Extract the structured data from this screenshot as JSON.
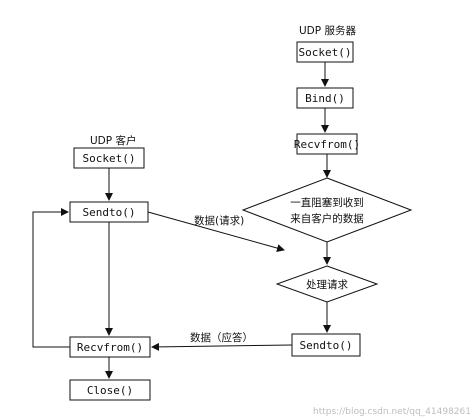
{
  "server": {
    "title": "UDP 服务器",
    "socket": "Socket()",
    "bind": "Bind()",
    "recvfrom": "Recvfrom()",
    "block_line1": "一直阻塞到收到",
    "block_line2": "来自客户的数据",
    "process": "处理请求",
    "sendto": "Sendto()"
  },
  "client": {
    "title": "UDP 客户",
    "socket": "Socket()",
    "sendto": "Sendto()",
    "recvfrom": "Recvfrom()",
    "close": "Close()"
  },
  "arrows": {
    "request_label": "数据(请求)",
    "reply_label": "数据（应答）"
  },
  "watermark": "https://blog.csdn.net/qq_41498261"
}
